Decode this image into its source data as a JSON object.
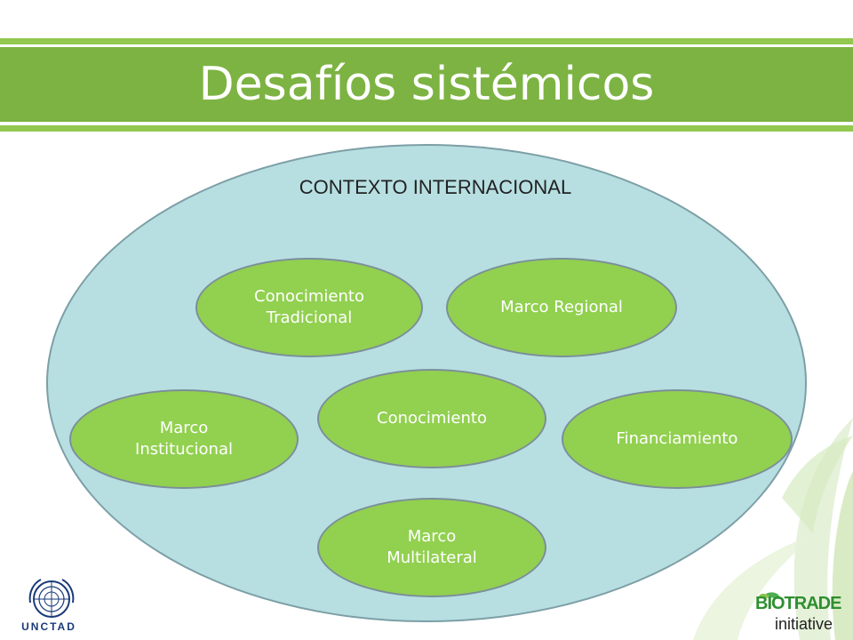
{
  "slide": {
    "title": "Desafíos sistémicos",
    "context_label": "CONTEXTO INTERNACIONAL"
  },
  "nodes": [
    {
      "id": "conocimiento-tradicional",
      "label": "Conocimiento\nTradicional"
    },
    {
      "id": "marco-regional",
      "label": "Marco Regional"
    },
    {
      "id": "conocimiento",
      "label": "Conocimiento"
    },
    {
      "id": "marco-institucional",
      "label": "Marco\nInstitucional"
    },
    {
      "id": "financiamiento",
      "label": "Financiamiento"
    },
    {
      "id": "marco-multilateral",
      "label": "Marco\nMultilateral"
    }
  ],
  "logos": {
    "left_text": "UNCTAD",
    "right_brand": "BIOTRADE",
    "right_sub": "initiative"
  },
  "colors": {
    "title_band": "#7cb342",
    "ellipse_fill": "#b7dfe2",
    "node_fill": "#92d050"
  }
}
